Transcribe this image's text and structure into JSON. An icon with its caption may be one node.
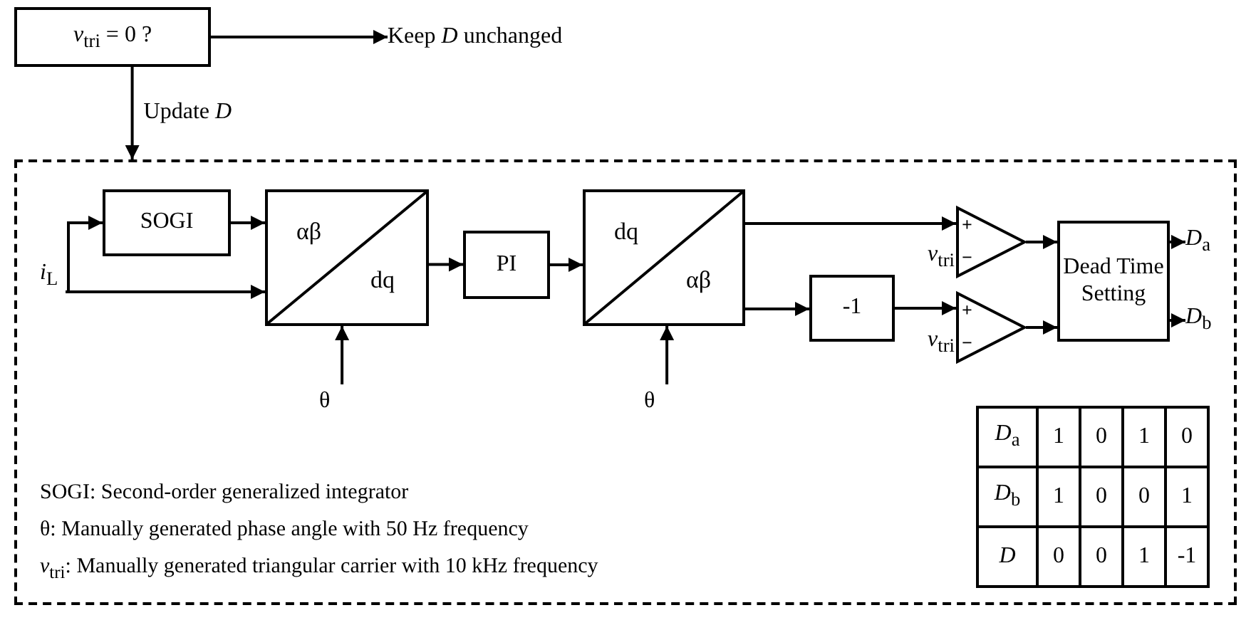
{
  "diagram": {
    "nodes": [
      {
        "text": [
          "*v*$_{tri}$ = 0 ?"
        ]
      },
      {
        "text": [
          "Keep *D* unchanged"
        ]
      },
      {
        "text": [],
        "shape": "box"
      },
      {
        "text": [
          "*i*$_{L}$"
        ],
        "in": 2
      },
      {
        "text": [
          "SOGI"
        ],
        "in": 2
      },
      {
        "text": [
          "αβ",
          "dq"
        ],
        "in": 2
      },
      {
        "text": [
          "PI"
        ],
        "in": 2
      },
      {
        "text": [
          "dq",
          "αβ"
        ],
        "in": 2
      },
      {
        "text": [
          "-1"
        ],
        "in": 2
      },
      {
        "text": [
          "+",
          "−"
        ],
        "beside": [
          "*v*$_{tri}$"
        ],
        "in": 2
      },
      {
        "text": [
          "+",
          "−"
        ],
        "beside": [
          "*v*$_{tri}$"
        ],
        "in": 2
      },
      {
        "text": [
          "Dead Time Setting"
        ],
        "in": 2
      },
      {
        "text": [
          "*D*$_{a}$"
        ],
        "in": 2
      },
      {
        "text": [
          "*D*$_{b}$"
        ],
        "in": 2
      },
      {
        "text": [
          "θ"
        ],
        "in": 2
      },
      {
        "text": [
          "θ"
        ],
        "in": 2
      }
    ],
    "edges": [
      {
        "from": 0,
        "to": 1,
        "arrow": "to"
      },
      {
        "from": 0,
        "to": 2,
        "arrow": "to",
        "label": "Update *D*"
      },
      {
        "from": 3,
        "to": 4,
        "arrow": "to"
      },
      {
        "from": 3,
        "to": 5,
        "arrow": "to"
      },
      {
        "from": 4,
        "to": 5,
        "arrow": "to"
      },
      {
        "from": 5,
        "to": 6,
        "arrow": "to"
      },
      {
        "from": 6,
        "to": 7,
        "arrow": "to"
      },
      {
        "from": 7,
        "to": 9,
        "arrow": "to"
      },
      {
        "from": 7,
        "to": 8,
        "arrow": "to"
      },
      {
        "from": 8,
        "to": 10,
        "arrow": "to"
      },
      {
        "from": 9,
        "to": 11,
        "arrow": "to"
      },
      {
        "from": 10,
        "to": 11,
        "arrow": "to"
      },
      {
        "from": 11,
        "to": 12,
        "arrow": "to"
      },
      {
        "from": 11,
        "to": 13,
        "arrow": "to"
      },
      {
        "from": 14,
        "to": 5,
        "arrow": "to"
      },
      {
        "from": 15,
        "to": 7,
        "arrow": "to"
      }
    ],
    "labels": [
      "SOGI: Second-order generalized integrator",
      "θ: Manually generated phase angle with 50 Hz frequency",
      "*v*$_{tri}$: Manually generated triangular carrier with 10 kHz frequency",
      "*D*$_{a}$",
      "1",
      "0",
      "1",
      "0",
      "*D*$_{b}$",
      "1",
      "0",
      "0",
      "1",
      "*D*",
      "0",
      "0",
      "1",
      "-1"
    ]
  }
}
